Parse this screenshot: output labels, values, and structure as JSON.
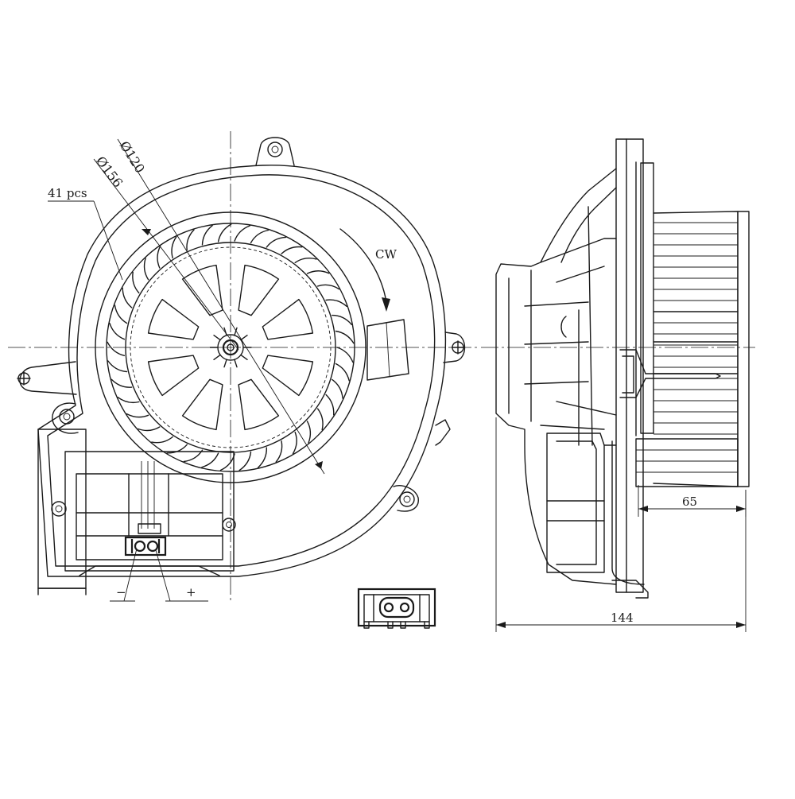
{
  "drawing": {
    "labels": {
      "blade_count": "41 pcs",
      "outer_diameter": "Ø156",
      "inner_diameter": "Ø120",
      "rotation": "CW",
      "negative": "−",
      "positive": "+",
      "depth_motor": "65",
      "depth_total": "144"
    },
    "colors": {
      "line": "#1a1a1a",
      "background": "#ffffff"
    }
  }
}
